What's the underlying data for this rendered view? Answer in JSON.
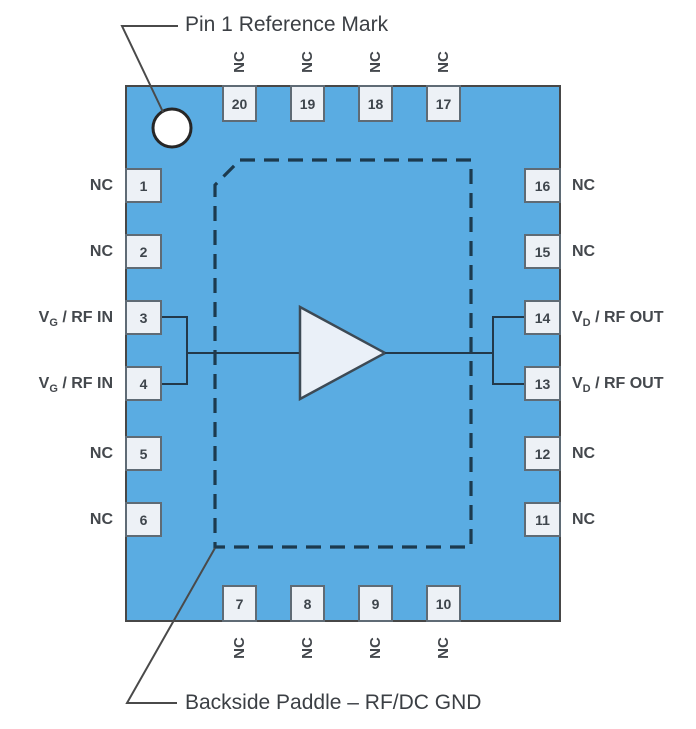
{
  "diagram": {
    "title": "20-pin IC package pinout with amplifier",
    "symbol": "amplifier-triangle"
  },
  "annotations": {
    "pin1_reference": "Pin 1 Reference Mark",
    "backside_paddle": "Backside Paddle – RF/DC GND"
  },
  "pins": {
    "left": [
      {
        "num": "1",
        "label": "NC",
        "sub": "",
        "rest": ""
      },
      {
        "num": "2",
        "label": "NC",
        "sub": "",
        "rest": ""
      },
      {
        "num": "3",
        "label": "V",
        "sub": "G",
        "rest": " / RF IN"
      },
      {
        "num": "4",
        "label": "V",
        "sub": "G",
        "rest": " / RF IN"
      },
      {
        "num": "5",
        "label": "NC",
        "sub": "",
        "rest": ""
      },
      {
        "num": "6",
        "label": "NC",
        "sub": "",
        "rest": ""
      }
    ],
    "right": [
      {
        "num": "16",
        "label": "NC",
        "sub": "",
        "rest": ""
      },
      {
        "num": "15",
        "label": "NC",
        "sub": "",
        "rest": ""
      },
      {
        "num": "14",
        "label": "V",
        "sub": "D",
        "rest": " / RF OUT"
      },
      {
        "num": "13",
        "label": "V",
        "sub": "D",
        "rest": " / RF OUT"
      },
      {
        "num": "12",
        "label": "NC",
        "sub": "",
        "rest": ""
      },
      {
        "num": "11",
        "label": "NC",
        "sub": "",
        "rest": ""
      }
    ],
    "top": [
      {
        "num": "20",
        "label": "NC"
      },
      {
        "num": "19",
        "label": "NC"
      },
      {
        "num": "18",
        "label": "NC"
      },
      {
        "num": "17",
        "label": "NC"
      }
    ],
    "bottom": [
      {
        "num": "7",
        "label": "NC"
      },
      {
        "num": "8",
        "label": "NC"
      },
      {
        "num": "9",
        "label": "NC"
      },
      {
        "num": "10",
        "label": "NC"
      }
    ]
  },
  "colors": {
    "package_fill": "#5AACE2",
    "package_stroke": "#474747",
    "pin_fill": "#EDF1F6",
    "pin_stroke": "#5F6B75",
    "pin_number_color": "#3E454C",
    "label_color": "#44484D",
    "paddle_stroke": "#1C3A4E",
    "wire_color": "#23394A",
    "triangle_fill": "#EAF0F8",
    "triangle_stroke": "#3D4A55",
    "leader_color": "#4A4A4A",
    "annotation_color": "#3B3F44",
    "pin1_circle_fill": "#FFFFFF",
    "pin1_circle_stroke": "#262626"
  }
}
